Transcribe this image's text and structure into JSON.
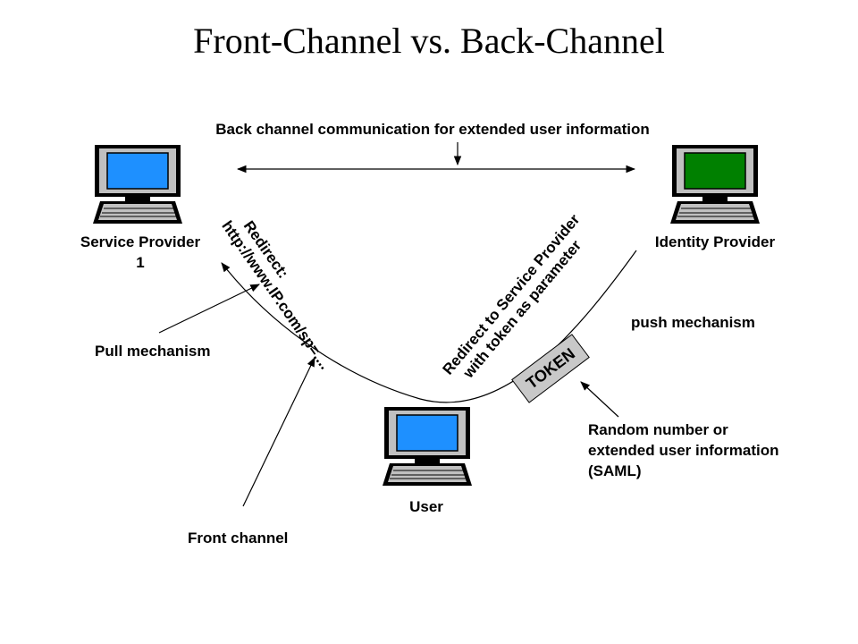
{
  "title": "Front-Channel vs. Back-Channel",
  "back_channel_label": "Back channel communication for extended user information",
  "nodes": {
    "service_provider": {
      "line1": "Service Provider",
      "line2": "1",
      "screen_color": "#1e90ff"
    },
    "identity_provider": {
      "label": "Identity Provider",
      "screen_color": "#008000"
    },
    "user": {
      "label": "User",
      "screen_color": "#1e90ff"
    }
  },
  "redirect_sp": {
    "line1": "Redirect:",
    "line2": "http://www.IP.com/sp=...."
  },
  "redirect_ip": {
    "line1": "Redirect to Service Provider",
    "line2": "with token as parameter"
  },
  "token_label": "TOKEN",
  "pull_mechanism": "Pull mechanism",
  "push_mechanism": "push mechanism",
  "front_channel": "Front channel",
  "token_note": {
    "line1": "Random number or",
    "line2": "extended user information",
    "line3": "(SAML)"
  },
  "colors": {
    "token_fill": "#c8c8c8",
    "computer_body": "#c0c0c0",
    "computer_dark": "#000000"
  }
}
